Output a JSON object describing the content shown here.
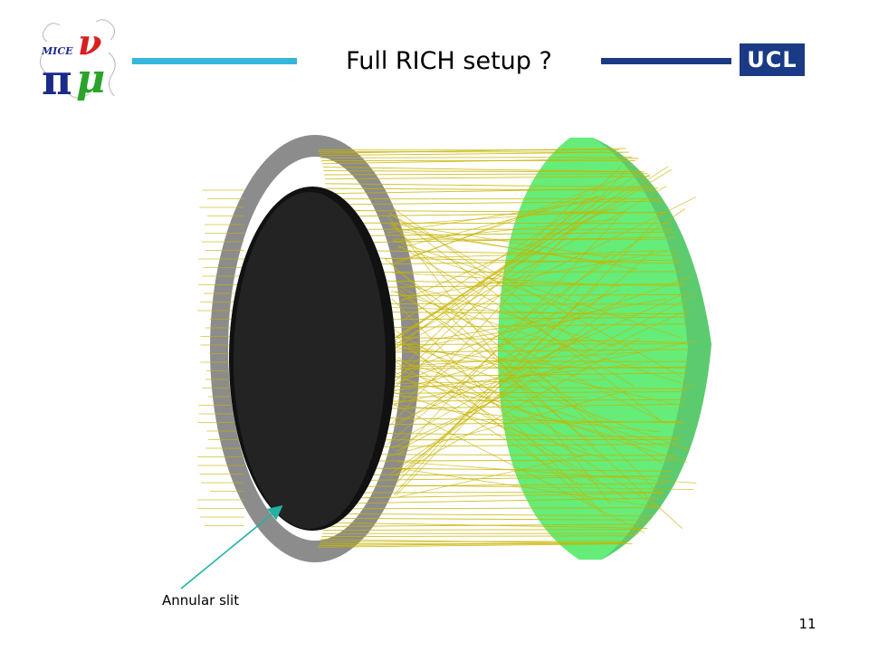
{
  "slide": {
    "title": "Full RICH setup ?",
    "page_number": "11"
  },
  "logo": {
    "label": "MICE",
    "pi_glyph": "π",
    "nu_glyph": "ν",
    "mu_glyph": "μ"
  },
  "badge": {
    "text": "UCL"
  },
  "figure": {
    "annotation": "Annular slit",
    "colors": {
      "slit_ring": "#8c8c8c",
      "disk": "#232323",
      "rays": "#c8b400",
      "mirror": "#66f07a",
      "mirror_edge": "#3fc256",
      "rule_left": "#35b6dc",
      "rule_right": "#1a3a86",
      "arrow": "#22b3a0"
    }
  }
}
